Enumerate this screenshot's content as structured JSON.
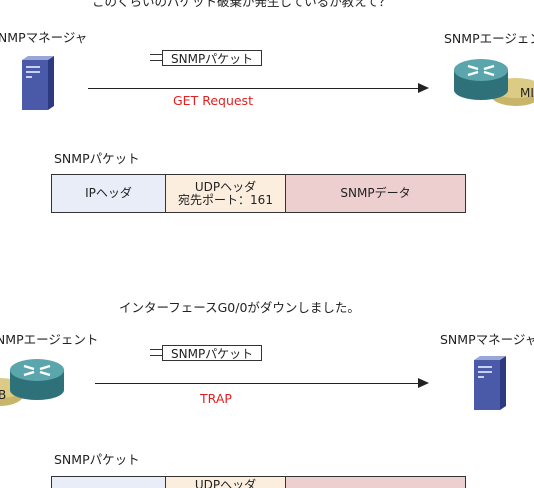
{
  "top_caption": "このくらいのパケット破棄が発生しているか教えて？",
  "scene1": {
    "left_label": "SNMPマネージャ",
    "right_label": "SNMPエージェント",
    "packet_tag": "SNMPパケット",
    "message": "GET Request",
    "right_badge": "MI",
    "structure_title": "SNMPパケット",
    "structure": {
      "ip": "IPヘッダ",
      "udp_line1": "UDPヘッダ",
      "udp_line2": "宛先ポート：161",
      "snmp": "SNMPデータ"
    }
  },
  "scene2": {
    "caption": "インターフェースG0/0がダウンしました。",
    "left_label": "SNMPエージェント",
    "right_label": "SNMPマネージャ",
    "packet_tag": "SNMPパケット",
    "message": "TRAP",
    "left_badge": "B",
    "structure_title": "SNMPパケット",
    "structure": {
      "udp_line1": "UDPヘッダ"
    }
  },
  "colors": {
    "ip_header": "#e8edf7",
    "udp_header": "#fbeedf",
    "snmp_data": "#eecfcf",
    "message_red": "#e02020",
    "server_blue": "#4a5aa8",
    "router_teal": "#3f8f97",
    "mib_tan": "#c9b56a"
  }
}
